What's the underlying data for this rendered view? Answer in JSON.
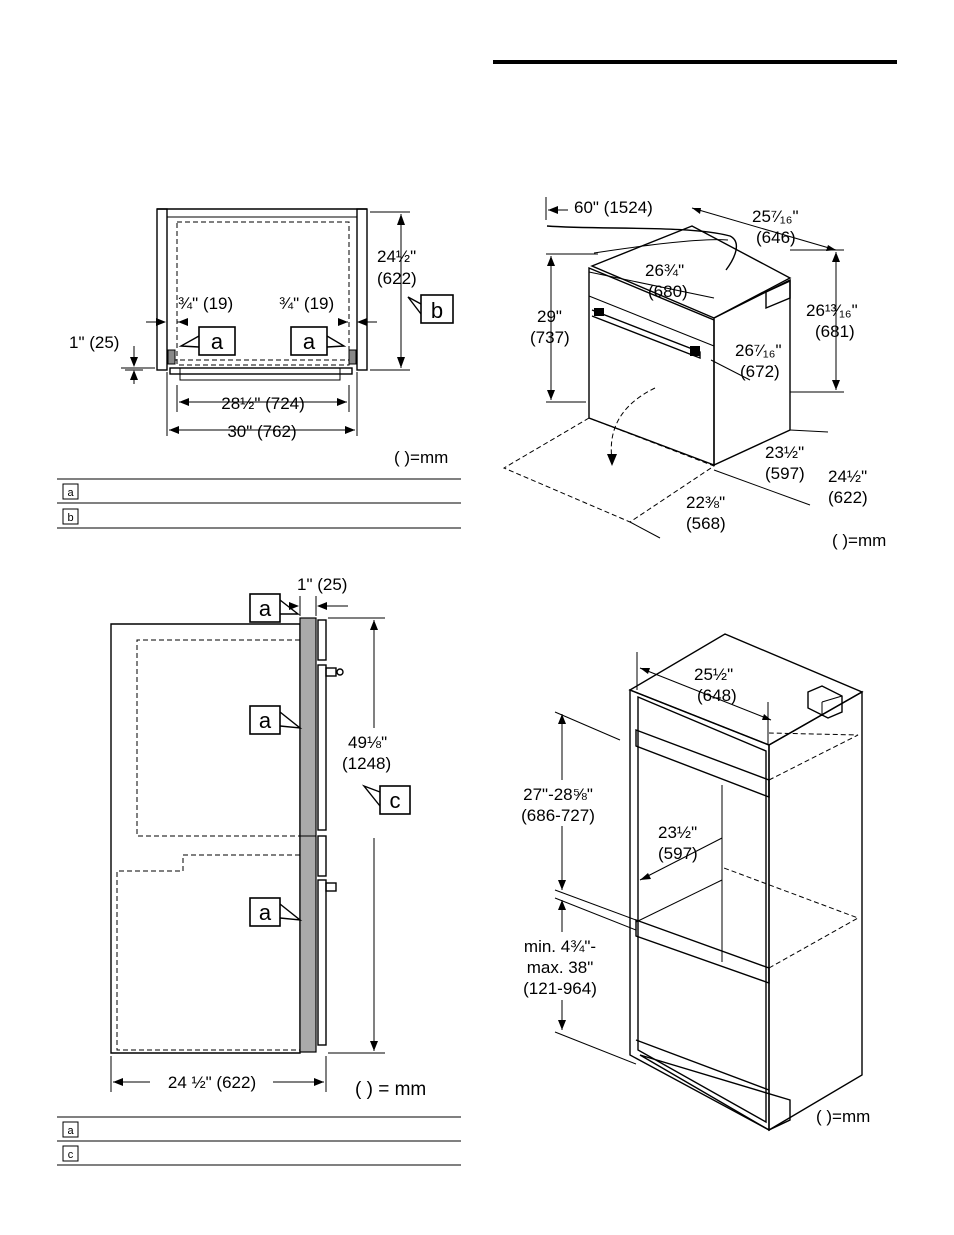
{
  "header": {
    "rule_color": "#000000"
  },
  "figure_top_left": {
    "dim_height": [
      "24½\"",
      "(622)"
    ],
    "dim_gap_left": "¾\" (19)",
    "dim_gap_right": "¾\" (19)",
    "dim_side": "1\" (25)",
    "dim_inner_width": "28½\" (724)",
    "dim_outer_width": "30\" (762)",
    "unit_note": "( )=mm",
    "callouts": [
      "a",
      "a",
      "b"
    ]
  },
  "legend_1": {
    "keys": [
      "a",
      "b"
    ]
  },
  "figure_top_right": {
    "dim_cable": "60\" (1524)",
    "dim_depth_top": [
      "25⁷⁄₁₆\"",
      "(646)"
    ],
    "dim_front_width": [
      "26¾\"",
      "(680)"
    ],
    "dim_front_height": [
      "29\"",
      "(737)"
    ],
    "dim_side_height": [
      "26¹³⁄₁₆\"",
      "(681)"
    ],
    "dim_body_width": [
      "26⁷⁄₁₆\"",
      "(672)"
    ],
    "dim_body_depth": [
      "23½\"",
      "(597)"
    ],
    "dim_total_depth": [
      "24½\"",
      "(622)"
    ],
    "dim_door": [
      "22⅜\"",
      "(568)"
    ],
    "unit_note": "( )=mm"
  },
  "figure_bottom_left": {
    "dim_offset": "1\" (25)",
    "dim_height": [
      "49⅛\"",
      "(1248)"
    ],
    "dim_depth": "24 ½\" (622)",
    "unit_note": "( ) = mm",
    "callouts": [
      "a",
      "a",
      "a",
      "c"
    ]
  },
  "legend_2": {
    "keys": [
      "a",
      "c"
    ]
  },
  "figure_bottom_right": {
    "dim_depth": [
      "25½\"",
      "(648)"
    ],
    "dim_cutout_height": [
      "27\"-28⅝\"",
      "(686-727)"
    ],
    "dim_cutout_depth": [
      "23½\"",
      "(597)"
    ],
    "dim_floor": [
      "min. 4¾\"-",
      "max. 38\"",
      "(121-964)"
    ],
    "unit_note": "( )=mm"
  }
}
